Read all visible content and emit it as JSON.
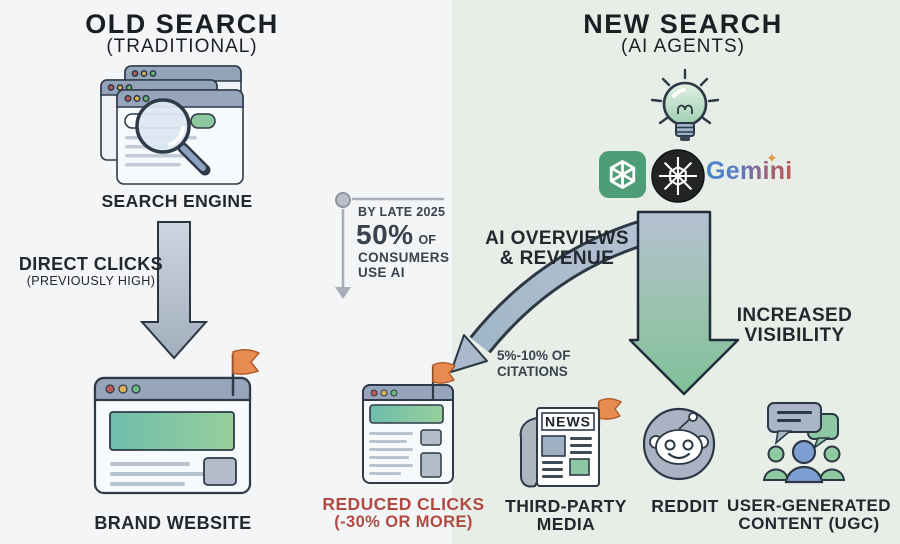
{
  "panels": {
    "left_title": "OLD SEARCH",
    "left_subtitle": "(TRADITIONAL)",
    "right_title": "NEW SEARCH",
    "right_subtitle": "(AI AGENTS)"
  },
  "left": {
    "search_engine_label": "SEARCH ENGINE",
    "direct_clicks_label": "DIRECT CLICKS",
    "direct_clicks_sublabel": "(PREVIOUSLY HIGH)",
    "brand_website_label": "BRAND WEBSITE"
  },
  "timeline": {
    "line1": "BY LATE 2025",
    "stat": "50%",
    "stat_suffix": "OF",
    "line2": "CONSUMERS",
    "line3": "USE AI"
  },
  "right": {
    "gemini_wordmark": "Gemini",
    "news_label": "NEWS",
    "ai_overviews_line1": "AI OVERVIEWS",
    "ai_overviews_line2": "& REVENUE",
    "increased_line1": "INCREASED",
    "increased_line2": "VISIBILITY",
    "citations_line1": "5%-10% OF",
    "citations_line2": "CITATIONS",
    "reduced_line1": "REDUCED CLICKS",
    "reduced_line2": "(-30% OR MORE)",
    "destinations": [
      {
        "line1": "THIRD-PARTY",
        "line2": "MEDIA"
      },
      {
        "line1": "REDDIT",
        "line2": ""
      },
      {
        "line1": "USER-GENERATED",
        "line2": "CONTENT (UGC)"
      }
    ]
  },
  "icons": {
    "search_engine": "stacked-browser-windows-with-magnifier",
    "idea": "lightbulb-with-rays",
    "openai": "openai-knot-green-tile",
    "ai_star": "white-star-in-black-circle",
    "brand_website": "browser-window-with-flag",
    "reduced_site": "small-browser-window-with-flag",
    "third_party": "newspaper-with-flag",
    "reddit": "reddit-alien-circle",
    "ugc": "three-people-with-speech-bubbles"
  },
  "colors": {
    "bg_left": "#f3f5f7",
    "bg_right": "#e7eee8",
    "outline_ink": "#2c3844",
    "text_dark": "#23282e",
    "text_slate": "#3a424d",
    "red_label": "#b04a42",
    "flag_orange": "#e88b52",
    "arrow_gray_light": "#cdd5e0",
    "arrow_gray_dark": "#a2aebd",
    "arrow_blue_top": "#b6c1d2",
    "arrow_green_bottom": "#7fc09a",
    "timeline_gray": "#a6adb6",
    "window_header": "#97a5bc",
    "content_teal": "#6fbdad",
    "content_green": "#97cf9c",
    "line_gray": "#bdc7d2",
    "box_gray": "#b3bdc9",
    "openai_green": "#4f9d77",
    "black_circle": "#222426",
    "gemini_blue": "#4a86c8",
    "gemini_red": "#c05a50",
    "sparkle_orange": "#e6984a",
    "reddit_gray": "#a9b3c4",
    "person_blue": "#7d9fd1",
    "person_green": "#8fc9a0",
    "bubble_gray": "#aab6c7"
  }
}
